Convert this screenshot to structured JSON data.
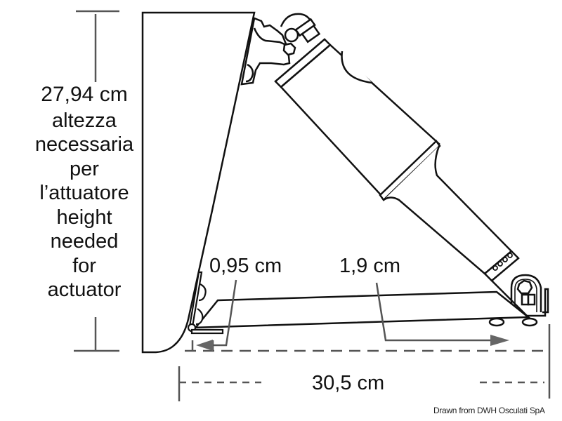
{
  "diagram": {
    "subject": "trim tab with electric actuator, side view",
    "height_dimension": {
      "value": "27,94 cm",
      "label_it": [
        "altezza",
        "necessaria",
        "per",
        "l’attuatore"
      ],
      "label_en": [
        "height",
        "needed",
        "for",
        "actuator"
      ]
    },
    "dimensions": {
      "gap_small": "0,95 cm",
      "gap_offset": "1,9 cm",
      "length": "30,5 cm"
    },
    "credit": "Drawn from DWH Osculati SpA",
    "colors": {
      "line": "#111111",
      "dimension_line": "#555555",
      "arrow": "#666666",
      "background": "#ffffff"
    }
  }
}
